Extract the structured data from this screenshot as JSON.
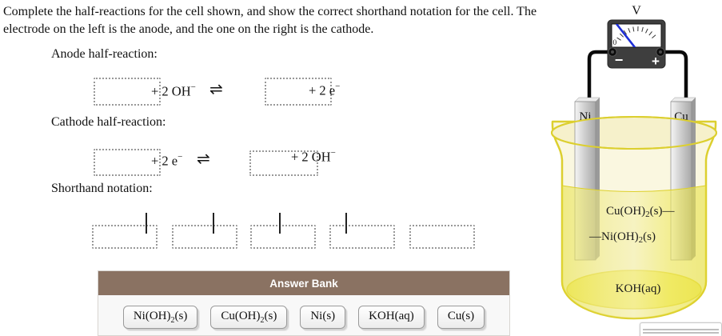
{
  "question": {
    "text": "Complete the half-reactions for the cell shown, and show the correct shorthand notation for the cell. The electrode on the left is the anode, and the one on the right is the cathode."
  },
  "sections": {
    "anode_label": "Anode half-reaction:",
    "cathode_label": "Cathode half-reaction:",
    "shorthand_label": "Shorthand notation:"
  },
  "anode_equation": {
    "term1_pre": "+ 2 OH",
    "term1_sup": "−",
    "arrow": "⇌",
    "term2_pre": "+ 2 e",
    "term2_sup": "−"
  },
  "cathode_equation": {
    "term1_pre": "+ 2 e",
    "term1_sup": "−",
    "arrow": "⇌",
    "term2_pre": "+ 2 OH",
    "term2_sup": "−"
  },
  "answer_bank": {
    "title": "Answer Bank",
    "items": [
      {
        "pre": "Ni(OH)",
        "sub": "2",
        "post": "(s)"
      },
      {
        "pre": "Cu(OH)",
        "sub": "2",
        "post": "(s)"
      },
      {
        "pre": "Ni(s)",
        "sub": "",
        "post": ""
      },
      {
        "pre": "KOH(aq)",
        "sub": "",
        "post": ""
      },
      {
        "pre": "Cu(s)",
        "sub": "",
        "post": ""
      }
    ]
  },
  "diagram": {
    "voltmeter": {
      "label": "V",
      "zero": "0",
      "minus": "−",
      "plus": "+"
    },
    "electrodes": {
      "left": "Ni",
      "right": "Cu"
    },
    "solution_labels": {
      "cu": {
        "pre": "Cu(OH)",
        "sub": "2",
        "post": "(s)—"
      },
      "ni": {
        "pre": "—Ni(OH)",
        "sub": "2",
        "post": "(s)"
      },
      "koh": "KOH(aq)"
    },
    "colors": {
      "solution_yellow": "#ece64f",
      "glass_pale": "#faf7e0",
      "beaker_outline": "#dccf2f",
      "needle_blue": "#1d2ed6",
      "meter_body": "#3e3e3e",
      "wire_black": "#0a0a0a",
      "bank_header_brown": "#8a7262"
    }
  }
}
